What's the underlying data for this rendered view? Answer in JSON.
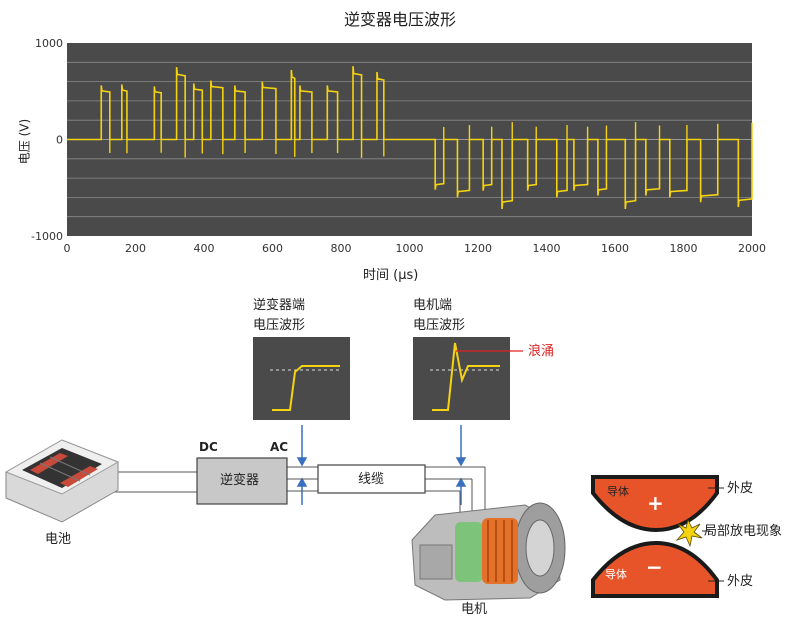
{
  "title": "逆变器电压波形",
  "chart_data": {
    "type": "line",
    "title": "逆变器电压波形",
    "xlabel": "时间 (μs)",
    "ylabel": "电压 (V)",
    "xlim": [
      0,
      2000
    ],
    "ylim": [
      -1000,
      1000
    ],
    "x_ticks": [
      "0",
      "200",
      "400",
      "600",
      "800",
      "1000",
      "1200",
      "1400",
      "1600",
      "1800",
      "2000"
    ],
    "y_ticks": [
      "1000",
      "0",
      "-1000"
    ],
    "grid": true,
    "series": [
      {
        "pulses_positive": [
          [
            100,
            125,
            560
          ],
          [
            160,
            175,
            570
          ],
          [
            255,
            275,
            550
          ],
          [
            320,
            345,
            750
          ],
          [
            370,
            395,
            580
          ],
          [
            420,
            455,
            610
          ],
          [
            490,
            520,
            560
          ],
          [
            570,
            610,
            600
          ],
          [
            655,
            665,
            720
          ],
          [
            680,
            715,
            560
          ],
          [
            760,
            790,
            560
          ],
          [
            835,
            860,
            760
          ],
          [
            905,
            925,
            700
          ]
        ],
        "pulses_negative": [
          [
            1075,
            1100,
            -520
          ],
          [
            1140,
            1175,
            -600
          ],
          [
            1215,
            1240,
            -530
          ],
          [
            1270,
            1300,
            -720
          ],
          [
            1345,
            1370,
            -530
          ],
          [
            1430,
            1460,
            -600
          ],
          [
            1480,
            1520,
            -530
          ],
          [
            1550,
            1575,
            -580
          ],
          [
            1630,
            1660,
            -720
          ],
          [
            1690,
            1730,
            -580
          ],
          [
            1760,
            1810,
            -600
          ],
          [
            1850,
            1900,
            -650
          ],
          [
            1960,
            2000,
            -700
          ]
        ],
        "color": "#f5d311"
      }
    ]
  },
  "diagram": {
    "inverter_waveform_label": [
      "逆变器端",
      "电压波形"
    ],
    "motor_waveform_label": [
      "电机端",
      "电压波形"
    ],
    "surge_label": "浪涌",
    "dc_label": "DC",
    "ac_label": "AC",
    "inverter_label": "逆变器",
    "cable_label": "线缆",
    "battery_label": "电池",
    "motor_label": "电机",
    "conductor_label": "导体",
    "conductor_bottom_label": "导体",
    "plus_sign": "+",
    "minus_sign": "−",
    "sheath_top_label": "外皮",
    "sheath_bottom_label": "外皮",
    "partial_discharge_label": "局部放电现象"
  },
  "colors": {
    "plot_bg": "#4a4a4a",
    "trace": "#f5d311",
    "conductor": "#e8542a",
    "surge": "#e02020",
    "arrow": "#3a70c0",
    "box": "#c8c8c8"
  }
}
